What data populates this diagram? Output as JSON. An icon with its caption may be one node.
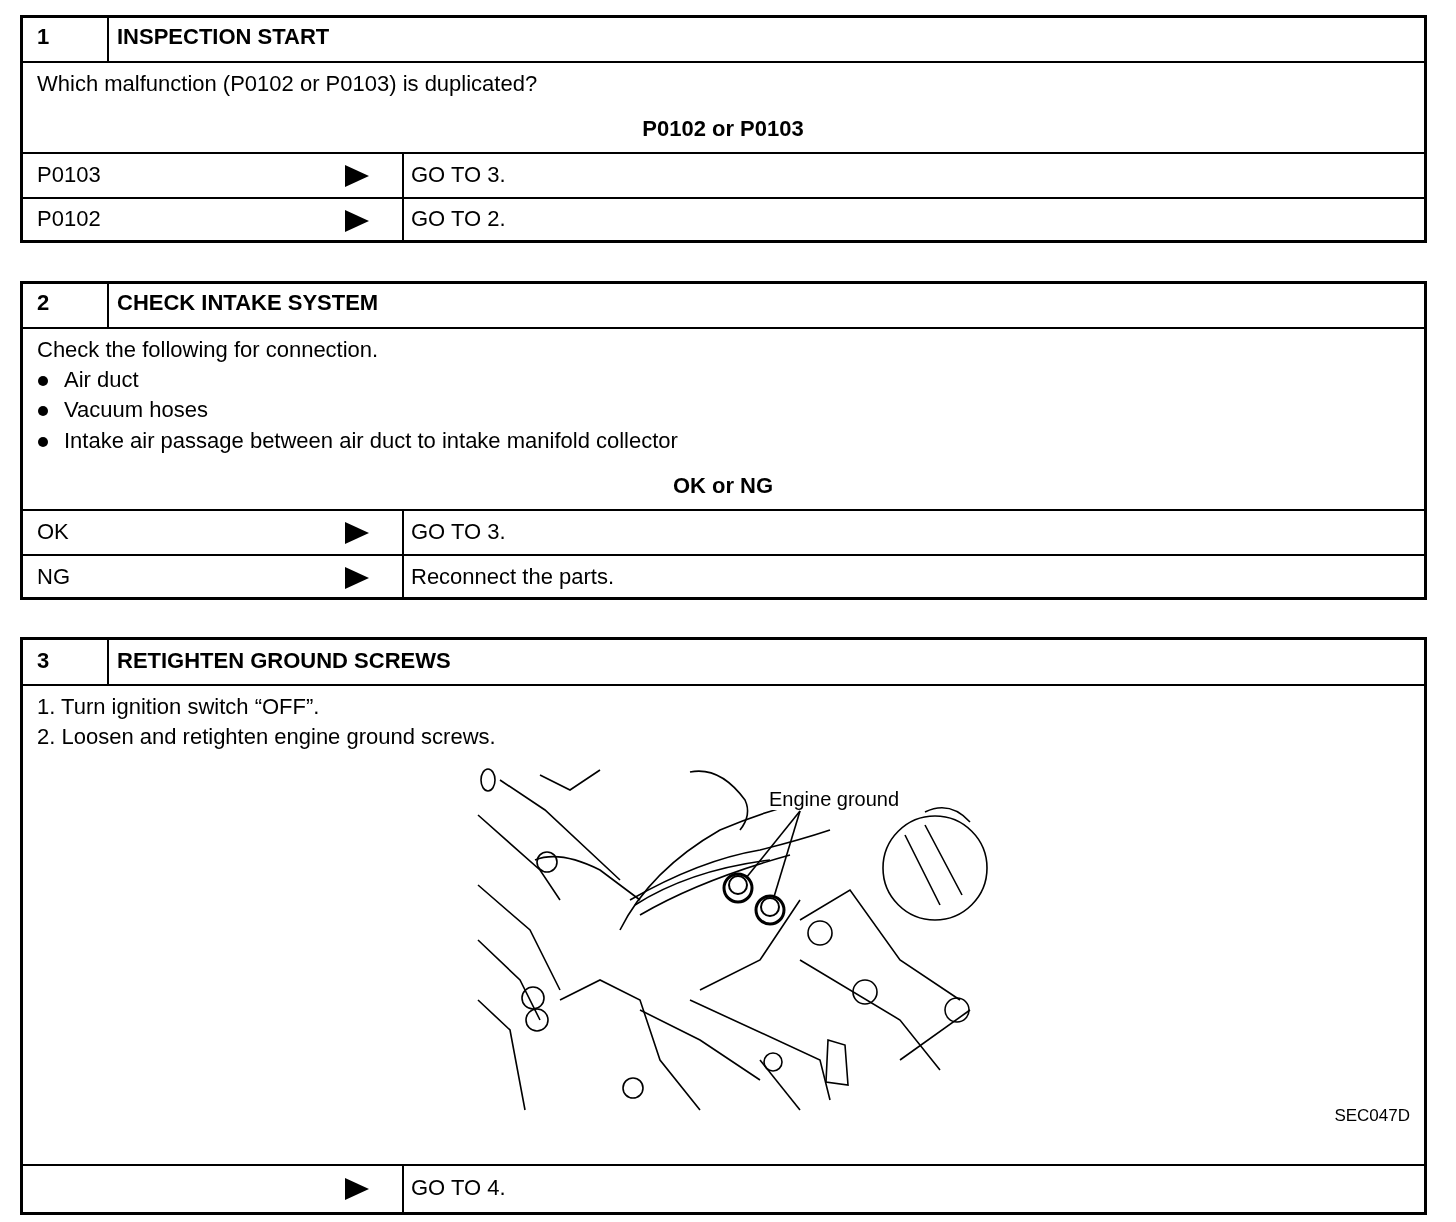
{
  "diagram": {
    "nodes": [
      {
        "text": [
          "Engine ground"
        ]
      },
      {
        "text": [],
        "shape": "circle"
      },
      {
        "text": [],
        "shape": "circle"
      }
    ],
    "edges": [
      {
        "from": 0,
        "to": 1,
        "arrow": "none"
      },
      {
        "from": 0,
        "to": 2,
        "arrow": "none"
      }
    ],
    "labels": [
      "1",
      "INSPECTION START",
      "Which malfunction (P0102 or P0103) is duplicated?",
      "P0102 or P0103",
      "P0103",
      "GO TO 3.",
      "P0102",
      "GO TO 2.",
      "2",
      "CHECK INTAKE SYSTEM",
      "Check the following for connection.",
      "Air duct",
      "Vacuum hoses",
      "Intake air passage between air duct to intake manifold collector",
      "OK or NG",
      "OK",
      "GO TO 3.",
      "NG",
      "Reconnect the parts.",
      "3",
      "RETIGHTEN GROUND SCREWS",
      "1. Turn ignition switch “OFF”.",
      "2. Loosen and retighten engine ground screws.",
      "SEC047D",
      "GO TO 4."
    ]
  }
}
